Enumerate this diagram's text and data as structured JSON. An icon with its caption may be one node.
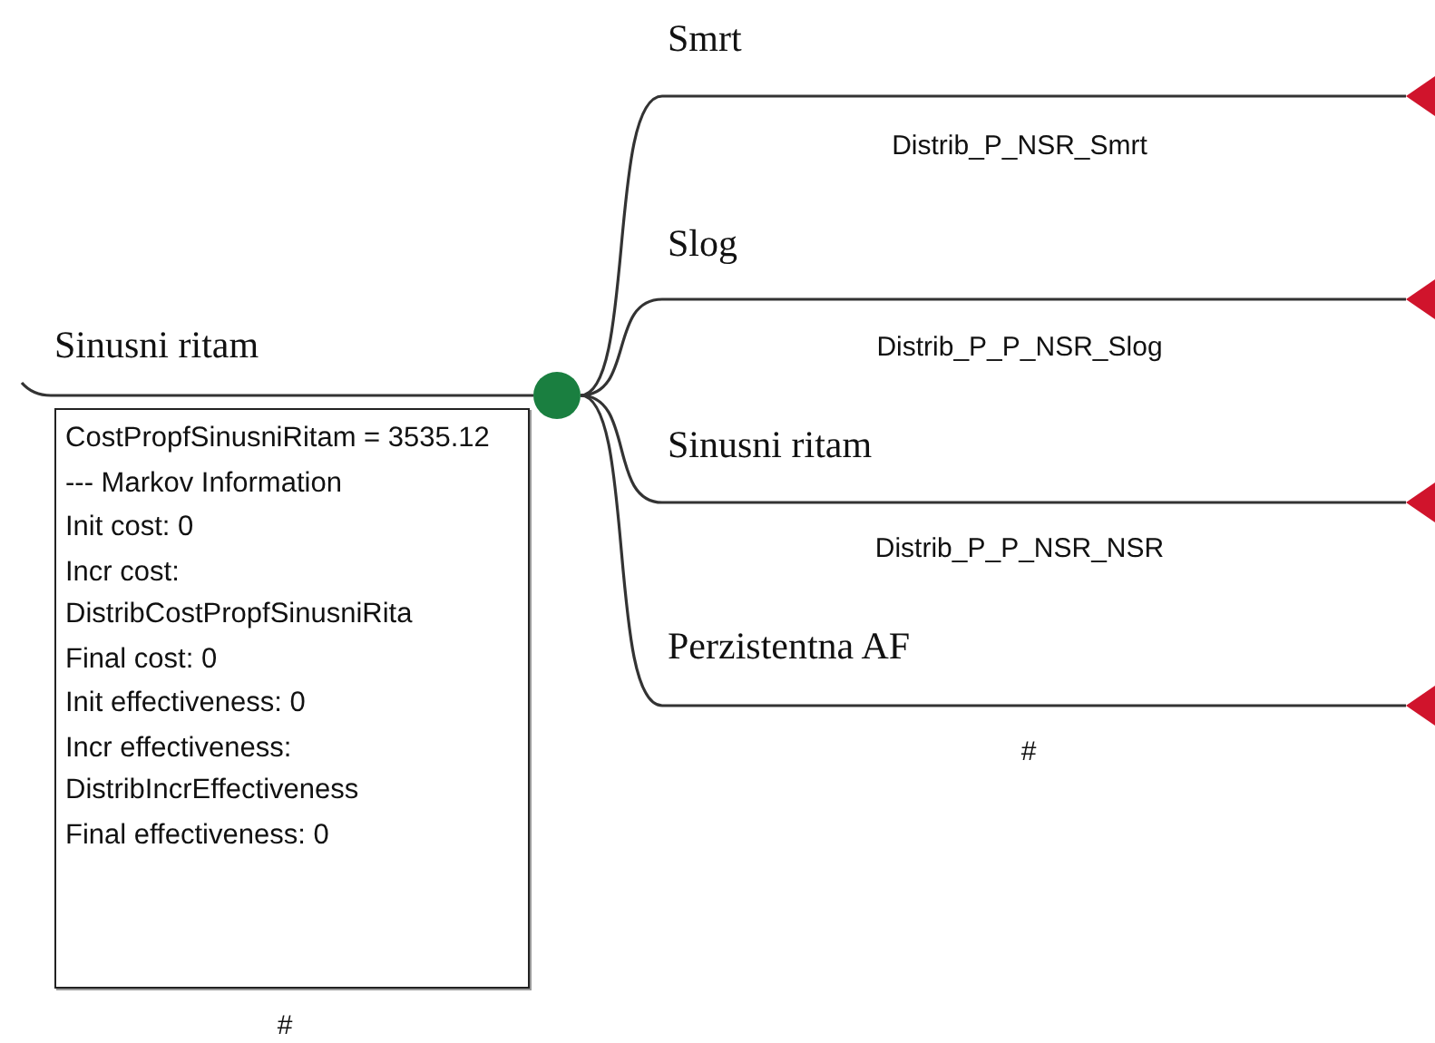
{
  "diagram": {
    "nodes": [
      {
        "text": [],
        "shape": "circle"
      },
      {
        "text": [
          "CostPropfSinusniRitam = 3535.12",
          "--- Markov Information",
          "Init cost: 0",
          "Incr cost: DistribCostPropfSinusniRita",
          "Final cost: 0",
          "Init effectiveness: 0",
          "Incr effectiveness: DistribIncrEffectiveness",
          "Final effectiveness: 0"
        ]
      },
      {
        "text": [],
        "shape": "triangle"
      },
      {
        "text": [],
        "shape": "triangle"
      },
      {
        "text": [],
        "shape": "triangle"
      },
      {
        "text": [],
        "shape": "triangle"
      }
    ],
    "edges": [
      {
        "from": null,
        "to": 0,
        "arrow": "none",
        "label": "Sinusni ritam"
      },
      {
        "from": 0,
        "to": 2,
        "arrow": "none",
        "label": "Smrt"
      },
      {
        "from": 0,
        "to": 3,
        "arrow": "none",
        "label": "Slog"
      },
      {
        "from": 0,
        "to": 4,
        "arrow": "none",
        "label": "Sinusni ritam"
      },
      {
        "from": 0,
        "to": 5,
        "arrow": "none",
        "label": "Perzistentna AF"
      }
    ],
    "labels": [
      "Distrib_P_NSR_Smrt",
      "Distrib_P_P_NSR_Slog",
      "Distrib_P_P_NSR_NSR",
      "#",
      "#"
    ]
  }
}
